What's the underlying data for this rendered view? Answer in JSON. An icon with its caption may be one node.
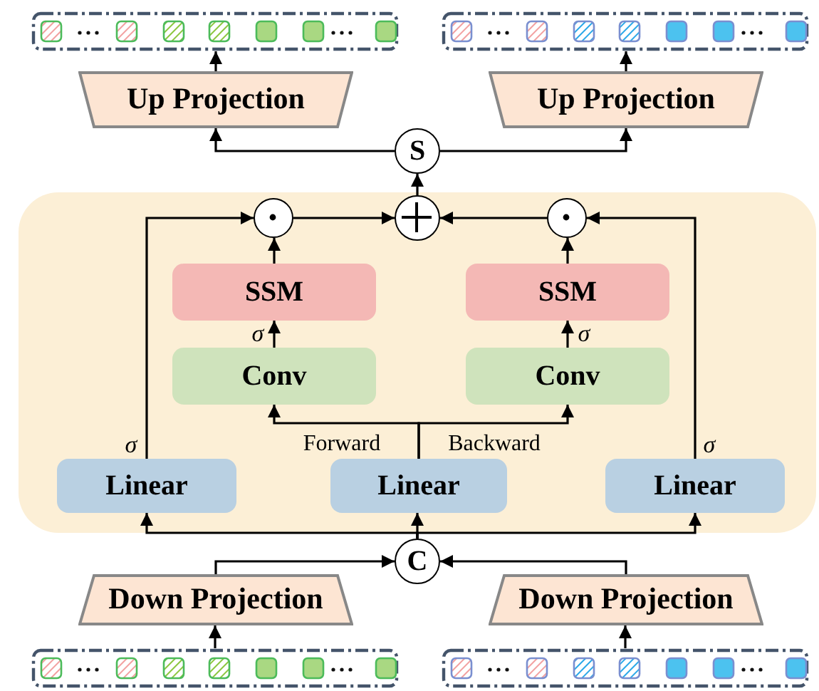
{
  "diagram": {
    "nodes": [
      {
        "text": [],
        "shape": "bar"
      },
      {
        "text": [],
        "shape": "bar"
      },
      {
        "text": [
          "Up Projection"
        ]
      },
      {
        "text": [
          "Up Projection"
        ]
      },
      {
        "text": [
          "S"
        ]
      },
      {
        "text": [],
        "shape": "box"
      },
      {
        "text": [],
        "shape": "circle",
        "in": 5
      },
      {
        "text": [],
        "shape": "circle",
        "in": 5
      },
      {
        "text": [],
        "shape": "circle",
        "in": 5
      },
      {
        "text": [
          "SSM"
        ],
        "in": 5
      },
      {
        "text": [
          "SSM"
        ],
        "in": 5
      },
      {
        "text": [
          "Conv"
        ],
        "in": 5
      },
      {
        "text": [
          "Conv"
        ],
        "in": 5
      },
      {
        "text": [
          "Linear"
        ],
        "in": 5
      },
      {
        "text": [
          "Linear"
        ],
        "in": 5
      },
      {
        "text": [
          "Linear"
        ],
        "in": 5
      },
      {
        "text": [
          "C"
        ]
      },
      {
        "text": [
          "Down Projection"
        ]
      },
      {
        "text": [
          "Down Projection"
        ]
      },
      {
        "text": [],
        "shape": "bar"
      },
      {
        "text": [],
        "shape": "bar"
      }
    ],
    "edges": [
      {
        "from": 2,
        "to": 0,
        "arrow": "to"
      },
      {
        "from": 3,
        "to": 1,
        "arrow": "to"
      },
      {
        "from": 4,
        "to": 2,
        "arrow": "to"
      },
      {
        "from": 4,
        "to": 3,
        "arrow": "to"
      },
      {
        "from": 7,
        "to": 4,
        "arrow": "to"
      },
      {
        "from": 6,
        "to": 7,
        "arrow": "to"
      },
      {
        "from": 8,
        "to": 7,
        "arrow": "to"
      },
      {
        "from": 9,
        "to": 6,
        "arrow": "to"
      },
      {
        "from": 10,
        "to": 8,
        "arrow": "to"
      },
      {
        "from": 13,
        "to": 6,
        "arrow": "to",
        "label": "σ"
      },
      {
        "from": 15,
        "to": 8,
        "arrow": "to",
        "label": "σ"
      },
      {
        "from": 11,
        "to": 9,
        "arrow": "to",
        "label": "σ"
      },
      {
        "from": 12,
        "to": 10,
        "arrow": "to",
        "label": "σ"
      },
      {
        "from": 14,
        "to": 11,
        "arrow": "to",
        "label": "Forward"
      },
      {
        "from": 14,
        "to": 12,
        "arrow": "to",
        "label": "Backward"
      },
      {
        "from": 16,
        "to": 13,
        "arrow": "to"
      },
      {
        "from": 16,
        "to": 14,
        "arrow": "to"
      },
      {
        "from": 16,
        "to": 15,
        "arrow": "to"
      },
      {
        "from": 17,
        "to": 16,
        "arrow": "to"
      },
      {
        "from": 18,
        "to": 16,
        "arrow": "to"
      },
      {
        "from": 19,
        "to": 17,
        "arrow": "to"
      },
      {
        "from": 20,
        "to": 18,
        "arrow": "to"
      }
    ]
  }
}
